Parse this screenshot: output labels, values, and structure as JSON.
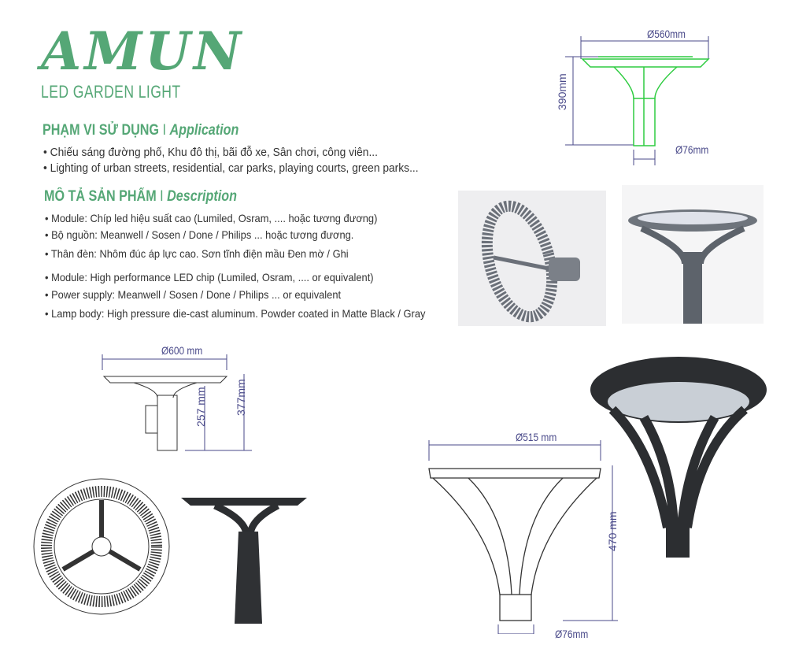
{
  "brand": {
    "logo": "AMUN",
    "subtitle": "LED GARDEN LIGHT",
    "color": "#55a776"
  },
  "application": {
    "title_vi": "PHẠM VI SỬ DỤNG",
    "sep": "I",
    "title_en": "Application",
    "bullets": [
      "• Chiếu sáng đường phố, Khu đô thị, bãi đỗ xe, Sân chơi, công viên...",
      "• Lighting of urban streets, residential, car parks, playing courts, green parks..."
    ]
  },
  "description": {
    "title_vi": "MÔ TẢ SẢN PHẨM",
    "sep": "I",
    "title_en": "Description",
    "bullets": [
      "• Module: Chíp led hiệu suất cao (Lumiled, Osram, .... hoặc tương đương)",
      "• Bộ nguồn: Meanwell / Sosen / Done / Philips ... hoặc tương đương.",
      "• Thân đèn: Nhôm đúc áp lực cao. Sơn tĩnh điện mầu Đen mờ / Ghi",
      "• Module: High performance LED chip (Lumiled, Osram, .... or equivalent)",
      "• Power supply: Meanwell / Sosen / Done / Philips ... or equivalent",
      "• Lamp body: High pressure die-cast aluminum. Powder coated in Matte Black / Gray"
    ]
  },
  "dims": {
    "d1_width": "Ø560mm",
    "d1_height": "390mm",
    "d1_base": "Ø76mm",
    "d2_width": "Ø600 mm",
    "d2_height": "377mm",
    "d2_inner": "257 mm",
    "d3_width": "Ø515 mm",
    "d3_height": "470 mm",
    "d3_base": "Ø76mm"
  }
}
